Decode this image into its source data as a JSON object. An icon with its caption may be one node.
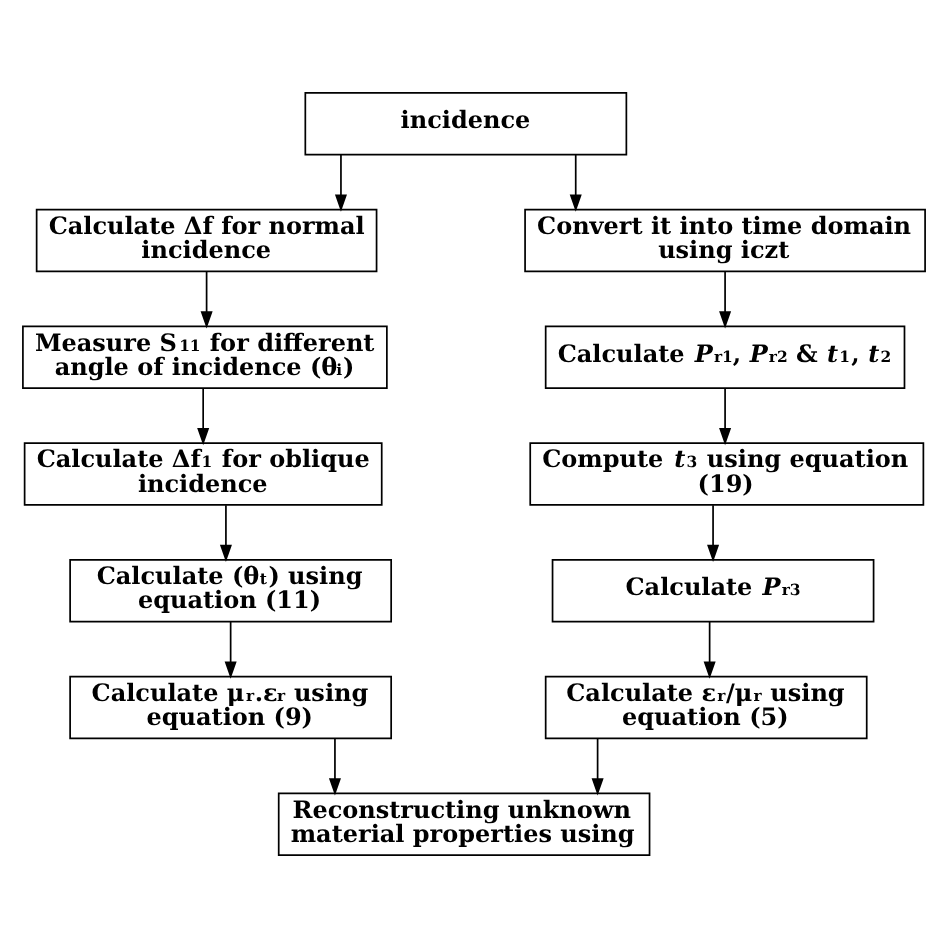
{
  "diagram": {
    "nodes": [
      {
        "text": [
          "incidence"
        ]
      },
      {
        "text": [
          "Calculate Δf for normal incidence"
        ]
      },
      {
        "text": [
          "Measure S$_{11}$ for different angle of incidence (θ$_{i}$)"
        ]
      },
      {
        "text": [
          "Calculate Δf$_{1}$ for oblique incidence"
        ]
      },
      {
        "text": [
          "Calculate (θ$_{t}$) using equation (11)"
        ]
      },
      {
        "text": [
          "Calculate μ$_{r}$.ε$_{r}$ using equation (9)"
        ]
      },
      {
        "text": [
          "Convert it into time domain using iczt"
        ]
      },
      {
        "text": [
          "Calculate *P*$_{r1}$, *P*$_{r2}$ & *t*$_{1}$, *t*$_{2}$"
        ]
      },
      {
        "text": [
          "Compute *t*$_{3}$ using equation (19)"
        ]
      },
      {
        "text": [
          "Calculate *P*$_{r3}$"
        ]
      },
      {
        "text": [
          "Calculate ε$_{r}$/μ$_{r}$ using equation (5)"
        ]
      },
      {
        "text": [
          "Reconstructing unknown material properties using"
        ]
      }
    ],
    "edges": [
      {
        "from": 0,
        "to": 1,
        "arrow": "to"
      },
      {
        "from": 1,
        "to": 2,
        "arrow": "to"
      },
      {
        "from": 2,
        "to": 3,
        "arrow": "to"
      },
      {
        "from": 3,
        "to": 4,
        "arrow": "to"
      },
      {
        "from": 4,
        "to": 5,
        "arrow": "to"
      },
      {
        "from": 0,
        "to": 6,
        "arrow": "to"
      },
      {
        "from": 6,
        "to": 7,
        "arrow": "to"
      },
      {
        "from": 7,
        "to": 8,
        "arrow": "to"
      },
      {
        "from": 8,
        "to": 9,
        "arrow": "to"
      },
      {
        "from": 9,
        "to": 10,
        "arrow": "to"
      },
      {
        "from": 5,
        "to": 11,
        "arrow": "to"
      },
      {
        "from": 10,
        "to": 11,
        "arrow": "to"
      }
    ]
  }
}
